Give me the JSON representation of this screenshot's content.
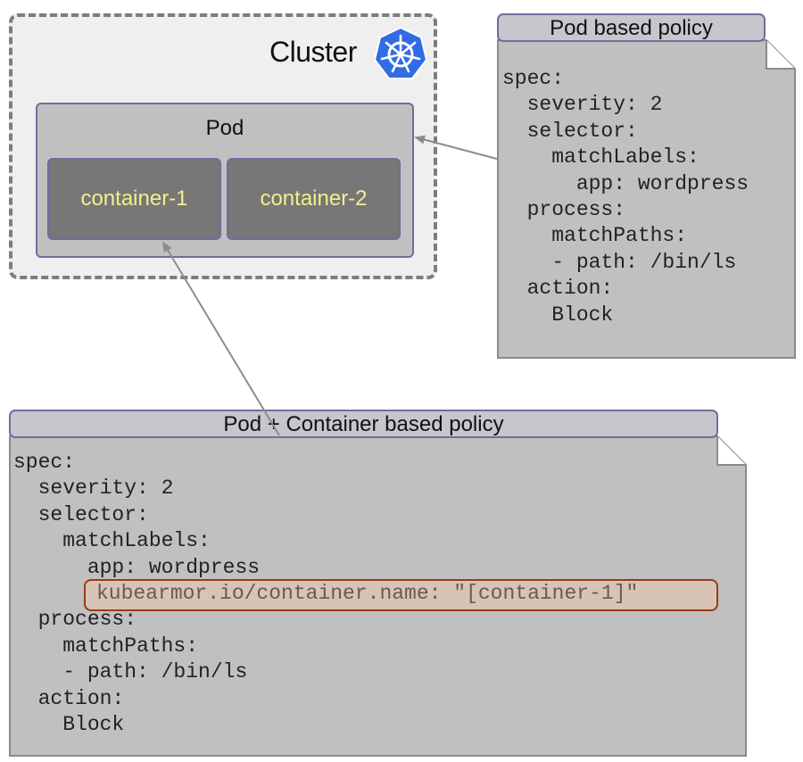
{
  "cluster": {
    "label": "Cluster",
    "icon": "kubernetes-helm-icon"
  },
  "pod": {
    "label": "Pod",
    "containers": [
      "container-1",
      "container-2"
    ]
  },
  "pod_policy": {
    "title": "Pod based policy",
    "lines": [
      "spec:",
      "  severity: 2",
      "  selector:",
      "    matchLabels:",
      "      app: wordpress",
      "  process:",
      "    matchPaths:",
      "    - path: /bin/ls",
      "  action:",
      "    Block"
    ]
  },
  "container_policy": {
    "title": "Pod + Container based policy",
    "lines_before": [
      "spec:",
      "  severity: 2",
      "  selector:",
      "    matchLabels:",
      "      app: wordpress"
    ],
    "highlight_line": "kubearmor.io/container.name: \"[container-1]\"",
    "lines_after": [
      "  process:",
      "    matchPaths:",
      "    - path: /bin/ls",
      "  action:",
      "    Block"
    ]
  },
  "colors": {
    "note_fill": "#c0c0c0",
    "container_text": "#f3ee8a",
    "highlight_border": "#9c3a16",
    "k8s_blue": "#326ce5"
  }
}
